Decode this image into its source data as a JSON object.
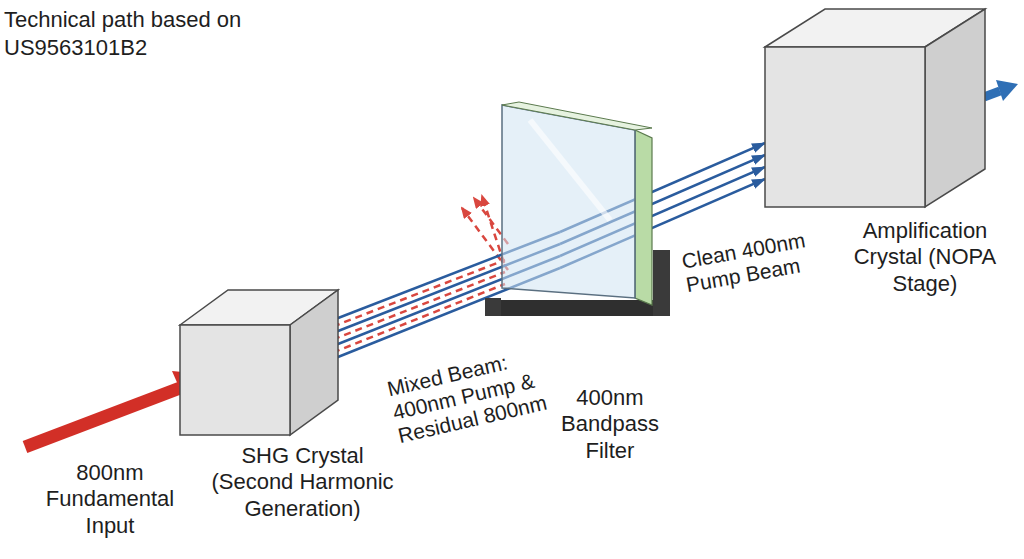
{
  "diagram": {
    "title": "Technical path based on US9563101B2",
    "nodes": [
      {
        "text": [
          "SHG Crystal (Second Harmonic Generation)"
        ]
      },
      {
        "text": [
          "400nm Bandpass Filter"
        ]
      },
      {
        "text": [
          "Amplification Crystal (NOPA Stage)"
        ]
      }
    ],
    "edges": [
      {
        "from": 0,
        "to": 1,
        "label": "Mixed Beam: 400nm Pump & Residual 800nm",
        "arrow": "none"
      },
      {
        "from": 1,
        "to": 2,
        "label": "Clean 400nm Pump Beam",
        "arrow": "to"
      }
    ],
    "labels": [
      "800nm Fundamental Input"
    ]
  }
}
